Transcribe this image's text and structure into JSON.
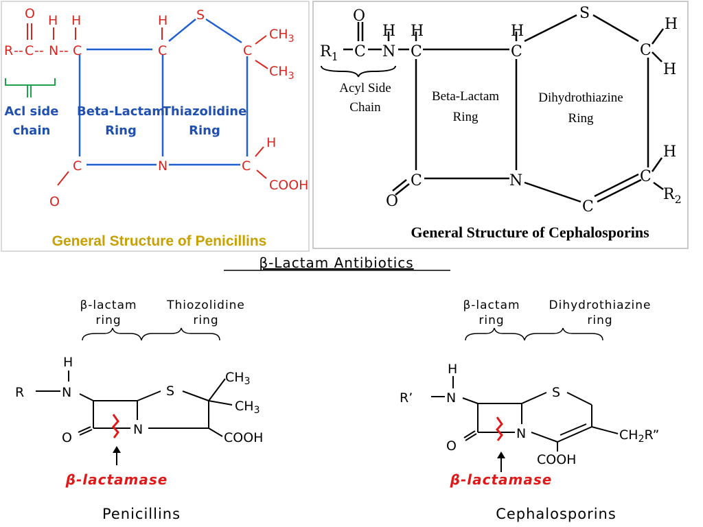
{
  "penicillin_panel": {
    "atoms": {
      "O_top": "O",
      "C_carbonyl": "C",
      "N": "N",
      "H_N": "H",
      "C1": "C",
      "H1": "H",
      "H2": "H",
      "C2": "C",
      "S": "S",
      "C3": "C",
      "CH3_a": "CH",
      "CH3_b": "CH",
      "sub3": "3",
      "C_bottom": "C",
      "O_bottom": "O",
      "N_ring": "N",
      "C4": "C",
      "H4": "H",
      "COOH": "COOH",
      "R": "R",
      "dash": "--"
    },
    "labels": {
      "acyl_side_chain_1": "Acl side",
      "acyl_side_chain_2": "chain",
      "beta_lactam_1": "Beta-Lactam",
      "beta_lactam_2": "Ring",
      "thiazolidine_1": "Thiazolidine",
      "thiazolidine_2": "Ring"
    },
    "caption": "General Structure of Penicillins",
    "colors": {
      "atoms": "#d8251f",
      "bonds": "#1f5fcf",
      "bracket": "#1fa04a",
      "labels": "#2050b0",
      "caption": "#c8a000"
    }
  },
  "cephalosporin_panel": {
    "atoms": {
      "R": "R",
      "R_sub": "1",
      "C_carbonyl": "C",
      "O_top": "O",
      "H_N": "H",
      "N": "N",
      "H1": "H",
      "C1": "C",
      "H2": "H",
      "C2": "C",
      "S": "S",
      "C3": "C",
      "H3a": "H",
      "H3b": "H",
      "C_bottom": "C",
      "O_bottom": "O",
      "N_ring": "N",
      "C_low": "C",
      "C4": "C",
      "H4": "H",
      "R2": "R",
      "R2_sub": "2"
    },
    "labels": {
      "acyl_side_1": "Acyl Side",
      "acyl_side_2": "Chain",
      "beta_lactam_1": "Beta-Lactam",
      "beta_lactam_2": "Ring",
      "dihydrothiazine_1": "Dihydrothiazine",
      "dihydrothiazine_2": "Ring"
    },
    "caption": "General Structure of Cephalosporins"
  },
  "main_title": "β-Lactam Antibiotics",
  "bottom_left": {
    "ring_label_1a": "β-lactam",
    "ring_label_1b": "ring",
    "ring_label_2a": "Thiozolidine",
    "ring_label_2b": "ring",
    "atoms": {
      "H": "H",
      "R": "R",
      "N": "N",
      "S": "S",
      "CH": "CH",
      "sub3": "3",
      "O": "O",
      "N_ring": "N",
      "COOH": "COOH"
    },
    "enzyme": "β-lactamase",
    "name": "Penicillins"
  },
  "bottom_right": {
    "ring_label_1a": "β-lactam",
    "ring_label_1b": "ring",
    "ring_label_2a": "Dihydrothiazine",
    "ring_label_2b": "ring",
    "atoms": {
      "H": "H",
      "R": "R’",
      "N": "N",
      "S": "S",
      "O": "O",
      "N_ring": "N",
      "COOH": "COOH",
      "CH2R": "CH",
      "sub2": "2",
      "R2": "R”"
    },
    "enzyme": "β-lactamase",
    "name": "Cephalosporins"
  }
}
